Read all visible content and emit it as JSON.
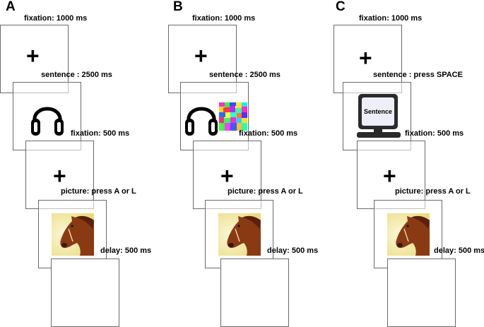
{
  "panels": [
    {
      "label": "A",
      "steps": [
        {
          "label": "fixation: 1000 ms",
          "content": "+"
        },
        {
          "label": "sentence : 2500 ms",
          "content": "headphones-icon"
        },
        {
          "label": "fixation: 500 ms",
          "content": "+"
        },
        {
          "label": "picture: press A or L",
          "content": "horse-picture"
        },
        {
          "label": "delay: 500 ms",
          "content": ""
        }
      ]
    },
    {
      "label": "B",
      "steps": [
        {
          "label": "fixation: 1000 ms",
          "content": "+"
        },
        {
          "label": "sentence : 2500 ms",
          "content": "headphones-icon + scrambled-noise-image"
        },
        {
          "label": "fixation: 500 ms",
          "content": "+"
        },
        {
          "label": "picture: press A or L",
          "content": "horse-picture"
        },
        {
          "label": "delay: 500 ms",
          "content": ""
        }
      ]
    },
    {
      "label": "C",
      "steps": [
        {
          "label": "fixation: 1000 ms",
          "content": "+"
        },
        {
          "label": "sentence : press SPACE",
          "content": "monitor-icon"
        },
        {
          "label": "fixation: 500 ms",
          "content": "+"
        },
        {
          "label": "picture: press A or L",
          "content": "horse-picture"
        },
        {
          "label": "delay: 500 ms",
          "content": ""
        }
      ]
    }
  ],
  "monitor_text": "Sentence",
  "colors": {
    "frame": "#6a6a6a",
    "horse_brown": "#8a3a12",
    "horse_bg": "#f2ecb0",
    "monitor_screen": "#eeeef8"
  }
}
